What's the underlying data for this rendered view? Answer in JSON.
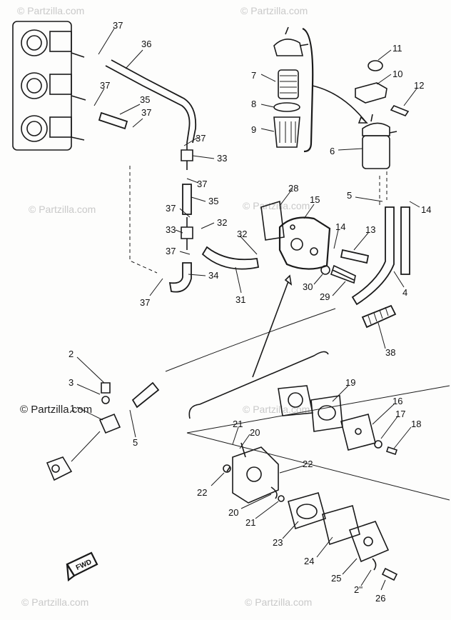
{
  "watermark": "© Partzilla.com",
  "fwd_label": "FWD",
  "callouts": [
    {
      "id": "c37a",
      "label": "37"
    },
    {
      "id": "c36",
      "label": "36"
    },
    {
      "id": "c37b",
      "label": "37"
    },
    {
      "id": "c35a",
      "label": "35"
    },
    {
      "id": "c37c",
      "label": "37"
    },
    {
      "id": "c37d",
      "label": "37"
    },
    {
      "id": "c33a",
      "label": "33"
    },
    {
      "id": "c37e",
      "label": "37"
    },
    {
      "id": "c35b",
      "label": "35"
    },
    {
      "id": "c37f",
      "label": "37"
    },
    {
      "id": "c32a",
      "label": "32"
    },
    {
      "id": "c33b",
      "label": "33"
    },
    {
      "id": "c32b",
      "label": "32"
    },
    {
      "id": "c37g",
      "label": "37"
    },
    {
      "id": "c34",
      "label": "34"
    },
    {
      "id": "c37h",
      "label": "37"
    },
    {
      "id": "c31",
      "label": "31"
    },
    {
      "id": "c28",
      "label": "28"
    },
    {
      "id": "c15",
      "label": "15"
    },
    {
      "id": "c14a",
      "label": "14"
    },
    {
      "id": "c13",
      "label": "13"
    },
    {
      "id": "c30",
      "label": "30"
    },
    {
      "id": "c29",
      "label": "29"
    },
    {
      "id": "c4",
      "label": "4"
    },
    {
      "id": "c38",
      "label": "38"
    },
    {
      "id": "c11",
      "label": "11"
    },
    {
      "id": "c10",
      "label": "10"
    },
    {
      "id": "c12",
      "label": "12"
    },
    {
      "id": "c7",
      "label": "7"
    },
    {
      "id": "c8",
      "label": "8"
    },
    {
      "id": "c9",
      "label": "9"
    },
    {
      "id": "c6",
      "label": "6"
    },
    {
      "id": "c5a",
      "label": "5"
    },
    {
      "id": "c14b",
      "label": "14"
    },
    {
      "id": "c2a",
      "label": "2"
    },
    {
      "id": "c3",
      "label": "3"
    },
    {
      "id": "c1",
      "label": "1"
    },
    {
      "id": "c5b",
      "label": "5"
    },
    {
      "id": "c19",
      "label": "19"
    },
    {
      "id": "c16",
      "label": "16"
    },
    {
      "id": "c17",
      "label": "17"
    },
    {
      "id": "c18",
      "label": "18"
    },
    {
      "id": "c21a",
      "label": "21"
    },
    {
      "id": "c20a",
      "label": "20"
    },
    {
      "id": "c22a",
      "label": "22"
    },
    {
      "id": "c22b",
      "label": "22"
    },
    {
      "id": "c20b",
      "label": "20"
    },
    {
      "id": "c21b",
      "label": "21"
    },
    {
      "id": "c23",
      "label": "23"
    },
    {
      "id": "c24",
      "label": "24"
    },
    {
      "id": "c25",
      "label": "25"
    },
    {
      "id": "c2b",
      "label": "2''"
    },
    {
      "id": "c26",
      "label": "26"
    }
  ]
}
